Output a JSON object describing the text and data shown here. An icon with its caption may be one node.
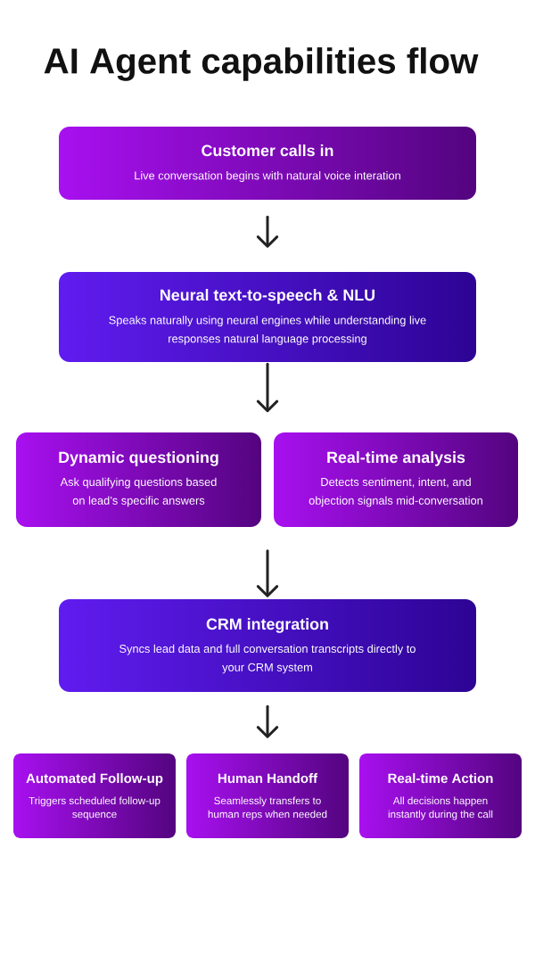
{
  "diagram": {
    "title": "AI Agent capabilities flow",
    "nodes": [
      {
        "text": [
          "Customer calls in",
          "Live conversation begins with natural voice interation"
        ]
      },
      {
        "text": [
          "Neural text-to-speech & NLU",
          "Speaks naturally using neural engines while understanding live responses natural language processing"
        ]
      },
      {
        "text": [
          "Dynamic questioning",
          "Ask qualifying questions based on lead’s specific answers"
        ]
      },
      {
        "text": [
          "Real-time analysis",
          "Detects sentiment, intent, and objection signals mid-conversation"
        ]
      },
      {
        "text": [
          "CRM integration",
          "Syncs lead data and full conversation transcripts directly to your CRM system"
        ]
      },
      {
        "text": [
          "Automated Follow-up",
          "Triggers scheduled follow-up sequence"
        ]
      },
      {
        "text": [
          "Human Handoff",
          "Seamlessly transfers to human reps when needed"
        ]
      },
      {
        "text": [
          "Real-time Action",
          "All decisions happen instantly during the call"
        ]
      }
    ],
    "edges": [
      {
        "from": 0,
        "to": 1,
        "arrow": "to"
      },
      {
        "from": 1,
        "to": null,
        "arrow": "to"
      },
      {
        "from": null,
        "to": 4,
        "arrow": "to"
      },
      {
        "from": 4,
        "to": 6,
        "arrow": "to"
      }
    ]
  }
}
